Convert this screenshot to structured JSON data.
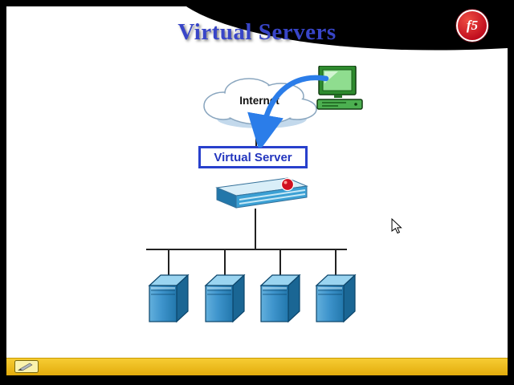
{
  "slide": {
    "title": "Virtual Servers",
    "logo_text": "f5",
    "diagram": {
      "cloud_label": "Internet",
      "virtual_server_label": "Virtual Server",
      "server_count": 4
    },
    "colors": {
      "title_blue": "#3845C8",
      "label_blue": "#2336BE",
      "box_border_blue": "#2840CC",
      "arrow_blue": "#2B7DE9",
      "logo_red": "#C00D1E",
      "footer_yellow": "#F2C41E",
      "server_front_blue": "#2F89C4",
      "server_top_blue": "#9AD4F0",
      "server_side_blue": "#1A6694",
      "workstation_green": "#2E8B2E"
    },
    "icons": [
      "internet-cloud",
      "workstation-icon",
      "flow-arrow-icon",
      "f5-appliance-icon",
      "server-tower-icon",
      "pen-tool-icon",
      "mouse-cursor"
    ]
  }
}
